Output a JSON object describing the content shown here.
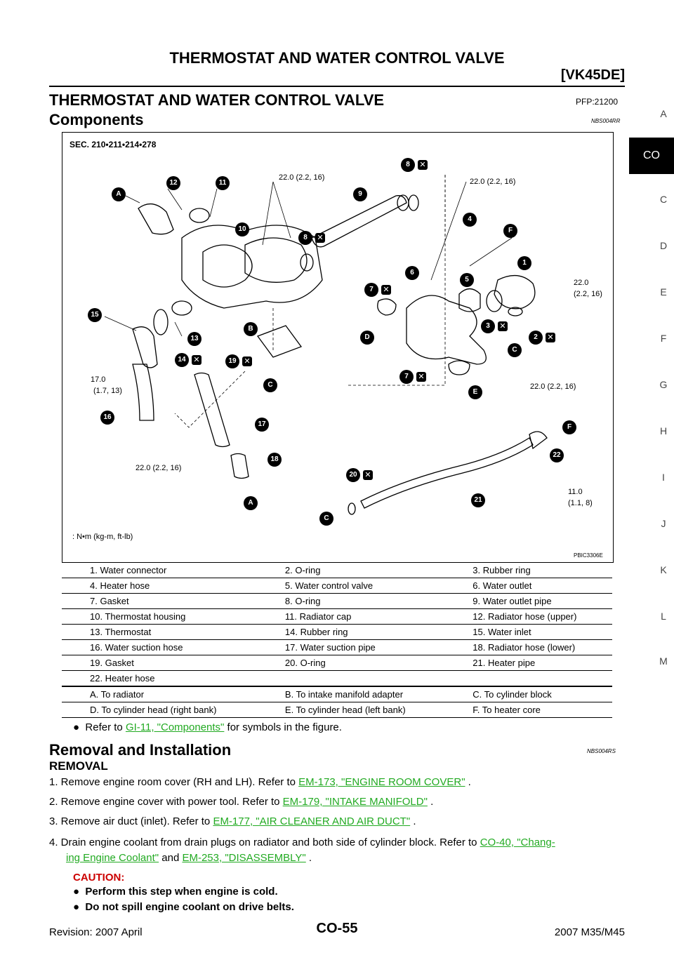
{
  "header": {
    "title": "THERMOSTAT AND WATER CONTROL VALVE",
    "engine": "[VK45DE]"
  },
  "section": {
    "title": "THERMOSTAT AND WATER CONTROL VALVE",
    "pfp": "PFP:21200"
  },
  "components": {
    "title": "Components",
    "ref": "NBS004RR"
  },
  "side_index": {
    "letters": [
      "A",
      "C",
      "D",
      "E",
      "F",
      "G",
      "H",
      "I",
      "J",
      "K",
      "L",
      "M"
    ],
    "active": "CO"
  },
  "figure": {
    "sec": "SEC. 210•211•214•278",
    "code": "PBIC3306E",
    "legend": ": N•m (kg-m, ft-lb)",
    "torques": [
      "22.0 (2.2, 16)",
      "22.0 (2.2, 16)",
      "22.0",
      "(2.2, 16)",
      "17.0",
      "(1.7, 13)",
      "22.0 (2.2, 16)",
      "22.0 (2.2, 16)",
      "11.0",
      "(1.1, 8)"
    ],
    "callouts": [
      "12",
      "11",
      "10",
      "9",
      "8",
      "8",
      "4",
      "1",
      "6",
      "5",
      "7",
      "3",
      "2",
      "15",
      "13",
      "14",
      "19",
      "7",
      "16",
      "17",
      "18",
      "20",
      "21",
      "22"
    ],
    "letters": [
      "A",
      "F",
      "B",
      "D",
      "C",
      "C",
      "E",
      "F",
      "A",
      "C"
    ]
  },
  "parts_table": {
    "rows": [
      [
        "1.  Water connector",
        "2.  O-ring",
        "3.  Rubber ring"
      ],
      [
        "4.  Heater hose",
        "5.  Water control valve",
        "6.  Water outlet"
      ],
      [
        "7.  Gasket",
        "8.  O-ring",
        "9.  Water outlet pipe"
      ],
      [
        "10. Thermostat housing",
        "11. Radiator cap",
        "12. Radiator hose (upper)"
      ],
      [
        "13. Thermostat",
        "14. Rubber ring",
        "15. Water inlet"
      ],
      [
        "16. Water suction hose",
        "17. Water suction pipe",
        "18. Radiator hose (lower)"
      ],
      [
        "19. Gasket",
        "20. O-ring",
        "21. Heater pipe"
      ],
      [
        "22. Heater hose",
        "",
        ""
      ],
      [
        "A.  To radiator",
        "B.  To intake manifold adapter",
        "C.  To cylinder block"
      ],
      [
        "D.  To cylinder head (right bank)",
        "E.  To cylinder head (left bank)",
        "F.  To heater core"
      ]
    ]
  },
  "note": {
    "prefix": "Refer to ",
    "link": "GI-11, \"Components\"",
    "suffix": " for symbols in the figure."
  },
  "removal_installation": {
    "title": "Removal and Installation",
    "ref": "NBS004RS",
    "removal": "REMOVAL",
    "steps": [
      {
        "text": "1.  Remove engine room cover (RH and LH). Refer to ",
        "link": "EM-173, \"ENGINE ROOM COVER\"",
        "end": " ."
      },
      {
        "text": "2.  Remove engine cover with power tool. Refer to ",
        "link": "EM-179, \"INTAKE MANIFOLD\"",
        "end": " ."
      },
      {
        "text": "3.  Remove air duct (inlet). Refer to ",
        "link": "EM-177, \"AIR CLEANER AND AIR DUCT\"",
        "end": " ."
      }
    ],
    "step4": {
      "text": "4.  Drain engine coolant from drain plugs on radiator and both side of cylinder block. Refer to ",
      "link1a": "CO-40, \"Chang-",
      "link1b": "ing Engine Coolant\"",
      "mid": " and ",
      "link2": "EM-253, \"DISASSEMBLY\"",
      "end": " ."
    },
    "caution_label": "CAUTION:",
    "caution_items": [
      "Perform this step when engine is cold.",
      "Do not spill engine coolant on drive belts."
    ]
  },
  "footer": {
    "revision": "Revision: 2007 April",
    "page": "CO-55",
    "model": "2007 M35/M45"
  }
}
